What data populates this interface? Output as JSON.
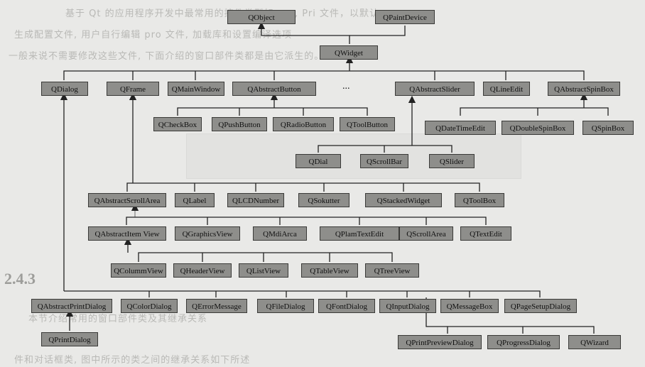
{
  "diagram": {
    "nodes": {
      "qobject": "QObject",
      "qpaintdevice": "QPaintDevice",
      "qwidget": "QWidget",
      "qdialog": "QDialog",
      "qframe": "QFrame",
      "qmainwindow": "QMainWindow",
      "qabstractbutton": "QAbstractButton",
      "qabstractslider": "QAbstractSlider",
      "qlineedit": "QLineEdit",
      "qabstractspinbox": "QAbstractSpinBox",
      "qcheckbox": "QCheckBox",
      "qpushbutton": "QPushButton",
      "qradiobutton": "QRadioButton",
      "qtoolbutton": "QToolButton",
      "qdatetimeedit": "QDateTimeEdit",
      "qdoublespinbox": "QDoubleSpinBox",
      "qspinbox": "QSpinBox",
      "qdial": "QDial",
      "qscrollbar": "QScrollBar",
      "qslider": "QSlider",
      "qabstractscrollarea": "QAbstractScrollArea",
      "qlabel": "QLabel",
      "qlcdnumber": "QLCDNumber",
      "qsokutter": "QSokutter",
      "qstackedwidget": "QStackedWidget",
      "qtoolbox": "QToolBox",
      "qabstractitemview": "QAbstractItem View",
      "qgraphicsview": "QGraphicsView",
      "qmdiarea": "QMdiArca",
      "qplaintextedit": "QPlamTextEdit",
      "qscrollarea": "QScrollArea",
      "qtextedit": "QTextEdit",
      "qcolumnview": "QColummView",
      "qheaderview": "QHeaderView",
      "qlistview": "QListView",
      "qtableview": "QTableView",
      "qtreeview": "QTreeView",
      "qabstractprintdialog": "QAbstractPrintDialog",
      "qcolordialog": "QColorDialog",
      "qerrormessage": "QErrorMessage",
      "qfiledialog": "QFileDialog",
      "qfontdialog": "QFontDialog",
      "qinputdialog": "QInputDialog",
      "qmessagebox": "QMessageBox",
      "qpagesetupdialog": "QPageSetupDialog",
      "qprintdialog": "QPrintDialog",
      "qprintpreviewdialog": "QPrintPreviewDialog",
      "qprogressdialog": "QProgressDialog",
      "qwizard": "QWizard"
    },
    "ellipsis": "...",
    "edges": [
      [
        "qwidget",
        "qobject"
      ],
      [
        "qwidget",
        "qpaintdevice"
      ],
      [
        "qdialog",
        "qwidget"
      ],
      [
        "qframe",
        "qwidget"
      ],
      [
        "qmainwindow",
        "qwidget"
      ],
      [
        "qabstractbutton",
        "qwidget"
      ],
      [
        "qabstractslider",
        "qwidget"
      ],
      [
        "qlineedit",
        "qwidget"
      ],
      [
        "qabstractspinbox",
        "qwidget"
      ],
      [
        "qcheckbox",
        "qabstractbutton"
      ],
      [
        "qpushbutton",
        "qabstractbutton"
      ],
      [
        "qradiobutton",
        "qabstractbutton"
      ],
      [
        "qtoolbutton",
        "qabstractbutton"
      ],
      [
        "qdatetimeedit",
        "qabstractspinbox"
      ],
      [
        "qdoublespinbox",
        "qabstractspinbox"
      ],
      [
        "qspinbox",
        "qabstractspinbox"
      ],
      [
        "qdial",
        "qabstractslider"
      ],
      [
        "qscrollbar",
        "qabstractslider"
      ],
      [
        "qslider",
        "qabstractslider"
      ],
      [
        "qabstractscrollarea",
        "qframe"
      ],
      [
        "qlabel",
        "qframe"
      ],
      [
        "qlcdnumber",
        "qframe"
      ],
      [
        "qsokutter",
        "qframe"
      ],
      [
        "qstackedwidget",
        "qframe"
      ],
      [
        "qtoolbox",
        "qframe"
      ],
      [
        "qabstractitemview",
        "qabstractscrollarea"
      ],
      [
        "qgraphicsview",
        "qabstractscrollarea"
      ],
      [
        "qmdiarea",
        "qabstractscrollarea"
      ],
      [
        "qplaintextedit",
        "qabstractscrollarea"
      ],
      [
        "qscrollarea",
        "qabstractscrollarea"
      ],
      [
        "qtextedit",
        "qabstractscrollarea"
      ],
      [
        "qcolumnview",
        "qabstractitemview"
      ],
      [
        "qheaderview",
        "qabstractitemview"
      ],
      [
        "qlistview",
        "qabstractitemview"
      ],
      [
        "qtableview",
        "qabstractitemview"
      ],
      [
        "qtreeview",
        "qabstractitemview"
      ],
      [
        "qabstractprintdialog",
        "qdialog"
      ],
      [
        "qcolordialog",
        "qdialog"
      ],
      [
        "qerrormessage",
        "qdialog"
      ],
      [
        "qfiledialog",
        "qdialog"
      ],
      [
        "qfontdialog",
        "qdialog"
      ],
      [
        "qinputdialog",
        "qdialog"
      ],
      [
        "qmessagebox",
        "qdialog"
      ],
      [
        "qpagesetupdialog",
        "qdialog"
      ],
      [
        "qwizard",
        "qdialog"
      ],
      [
        "qprintpreviewdialog",
        "qdialog"
      ],
      [
        "qprogressdialog",
        "qdialog"
      ],
      [
        "qprintdialog",
        "qabstractprintdialog"
      ]
    ]
  },
  "page_text": {
    "heading": "2.4.3",
    "bg_line_1": "基于 Qt 的应用程序开发中最常用的控件类型如 pro, Pri 文件，以默认",
    "bg_line_2": "生成配置文件, 用户自行编辑 pro 文件, 加载库和设置编译选项",
    "bg_line_3": "一般来说不需要修改这些文件, 下面介绍的窗口部件类都是由它派生的。",
    "bg_line_4": "本节介绍常用的窗口部件类及其继承关系",
    "bg_line_5": "件和对话框类, 图中所示的类之间的继承关系如下所述"
  }
}
